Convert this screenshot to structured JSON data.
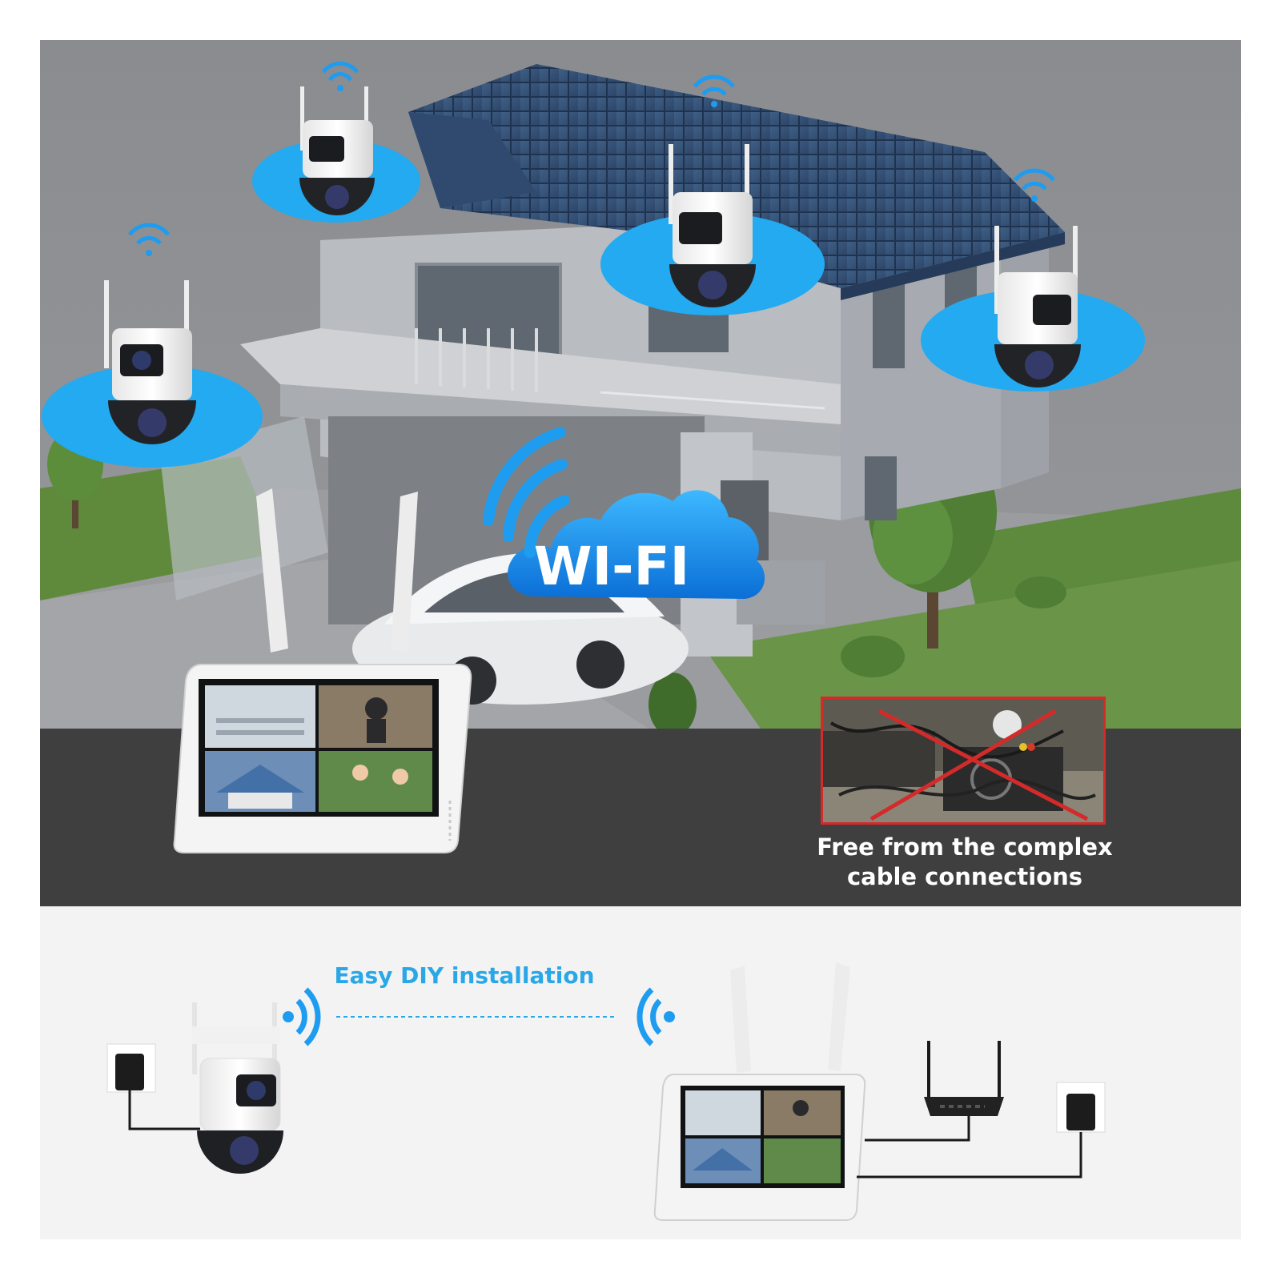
{
  "hero": {
    "wifi_label": "WI-FI"
  },
  "dark_band": {
    "free_text_line1": "Free from the complex",
    "free_text_line2": "cable connections"
  },
  "bottom": {
    "easy_text": "Easy DIY installation"
  },
  "colors": {
    "accent_blue": "#2aa7e6",
    "disc_blue": "#23aaf0",
    "dark_band": "#3f3f40",
    "cross_red": "#d42a2a"
  }
}
